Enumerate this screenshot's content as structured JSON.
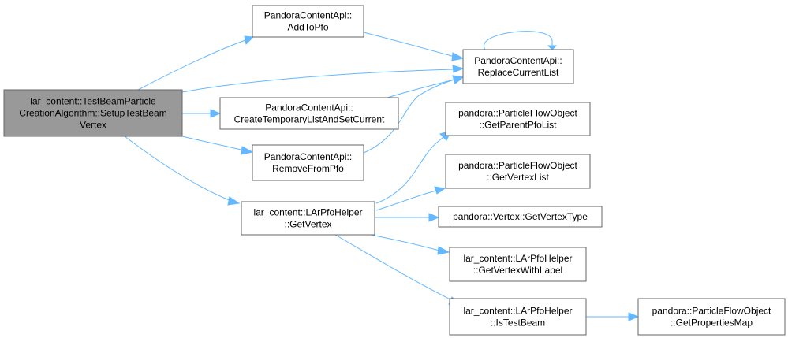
{
  "colors": {
    "edge": "#63b8ff",
    "root_fill": "#999999",
    "node_border": "#666666",
    "node_fill": "#ffffff"
  },
  "nodes": [
    {
      "id": "root",
      "lines": [
        "lar_content::TestBeamParticle",
        "CreationAlgorithm::SetupTestBeam",
        "Vertex"
      ]
    },
    {
      "id": "addToPfo",
      "lines": [
        "PandoraContentApi::",
        "AddToPfo"
      ]
    },
    {
      "id": "replaceCurrentList",
      "lines": [
        "PandoraContentApi::",
        "ReplaceCurrentList"
      ]
    },
    {
      "id": "createTempList",
      "lines": [
        "PandoraContentApi::",
        "CreateTemporaryListAndSetCurrent"
      ]
    },
    {
      "id": "removeFromPfo",
      "lines": [
        "PandoraContentApi::",
        "RemoveFromPfo"
      ]
    },
    {
      "id": "getVertex",
      "lines": [
        "lar_content::LArPfoHelper",
        "::GetVertex"
      ]
    },
    {
      "id": "getParentPfoList",
      "lines": [
        "pandora::ParticleFlowObject",
        "::GetParentPfoList"
      ]
    },
    {
      "id": "getVertexList",
      "lines": [
        "pandora::ParticleFlowObject",
        "::GetVertexList"
      ]
    },
    {
      "id": "getVertexType",
      "lines": [
        "pandora::Vertex::GetVertexType"
      ]
    },
    {
      "id": "getVertexWithLabel",
      "lines": [
        "lar_content::LArPfoHelper",
        "::GetVertexWithLabel"
      ]
    },
    {
      "id": "isTestBeam",
      "lines": [
        "lar_content::LArPfoHelper",
        "::IsTestBeam"
      ]
    },
    {
      "id": "getPropertiesMap",
      "lines": [
        "pandora::ParticleFlowObject",
        "::GetPropertiesMap"
      ]
    }
  ],
  "edges": [
    {
      "from": "root",
      "to": "addToPfo"
    },
    {
      "from": "root",
      "to": "replaceCurrentList"
    },
    {
      "from": "root",
      "to": "createTempList"
    },
    {
      "from": "root",
      "to": "removeFromPfo"
    },
    {
      "from": "root",
      "to": "getVertex"
    },
    {
      "from": "addToPfo",
      "to": "replaceCurrentList"
    },
    {
      "from": "replaceCurrentList",
      "to": "replaceCurrentList"
    },
    {
      "from": "createTempList",
      "to": "replaceCurrentList"
    },
    {
      "from": "removeFromPfo",
      "to": "replaceCurrentList"
    },
    {
      "from": "getVertex",
      "to": "getParentPfoList"
    },
    {
      "from": "getVertex",
      "to": "getVertexList"
    },
    {
      "from": "getVertex",
      "to": "getVertexType"
    },
    {
      "from": "getVertex",
      "to": "getVertexWithLabel"
    },
    {
      "from": "getVertex",
      "to": "isTestBeam"
    },
    {
      "from": "isTestBeam",
      "to": "getPropertiesMap"
    }
  ]
}
